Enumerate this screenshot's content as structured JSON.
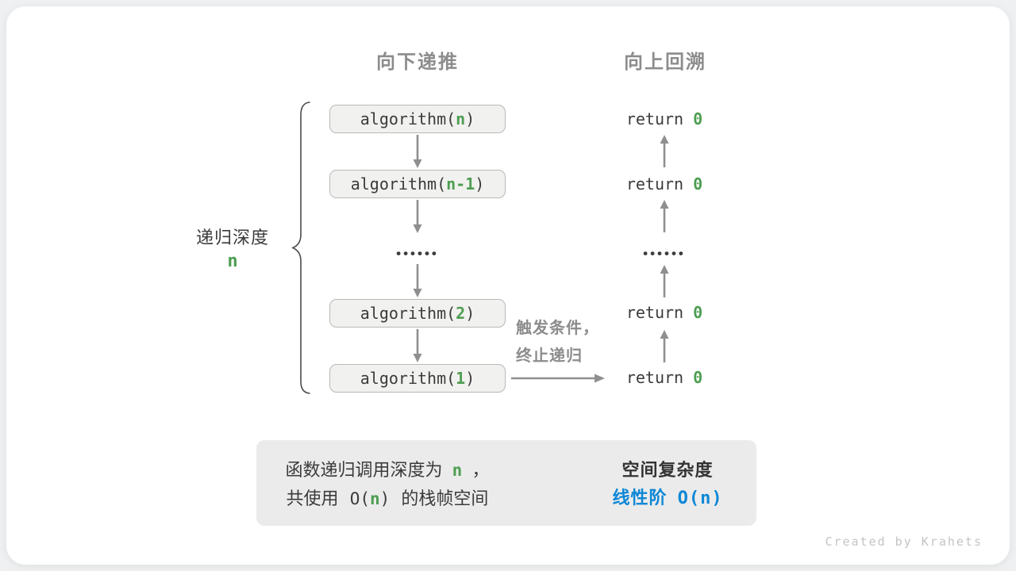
{
  "colors": {
    "green": "#4e9e52",
    "blue": "#0d87d6",
    "box_bg": "#f1f1ef",
    "box_border": "#b9b9b9",
    "arrow_gray": "#8f8f8f",
    "label_gray": "#8c8c8c",
    "text_dark": "#3b3b3b",
    "summary_bg": "#ebebeb",
    "summary_arrow": "#bdbdbd",
    "watermark_gray": "#c4c4c4"
  },
  "headers": {
    "recurse": "向下递推",
    "backtrack": "向上回溯"
  },
  "depth": {
    "label": "递归深度",
    "value": "n"
  },
  "stack": {
    "boxes": [
      {
        "pre": "algorithm(",
        "arg": "n",
        "post": ")"
      },
      {
        "pre": "algorithm(",
        "arg": "n-1",
        "post": ")"
      },
      {
        "pre": "algorithm(",
        "arg": "2",
        "post": ")"
      },
      {
        "pre": "algorithm(",
        "arg": "1",
        "post": ")"
      }
    ],
    "ellipsis": "••••••"
  },
  "returns": {
    "rows": [
      {
        "kw": "return",
        "val": "0"
      },
      {
        "kw": "return",
        "val": "0"
      },
      {
        "kw": "return",
        "val": "0"
      },
      {
        "kw": "return",
        "val": "0"
      }
    ],
    "ellipsis": "••••••"
  },
  "terminate": {
    "line1": "触发条件，",
    "line2": "终止递归"
  },
  "summary": {
    "left": {
      "l1a": "函数递归调用深度为",
      "l1n": "n",
      "l1b": "，",
      "l2a": "共使用",
      "l2o": "O(",
      "l2n": "n",
      "l2p": ")",
      "l2b": "的栈帧空间"
    },
    "right": {
      "title": "空间复杂度",
      "label": "线性阶",
      "big_o": "O(n)"
    }
  },
  "watermark": "Created by Krahets"
}
